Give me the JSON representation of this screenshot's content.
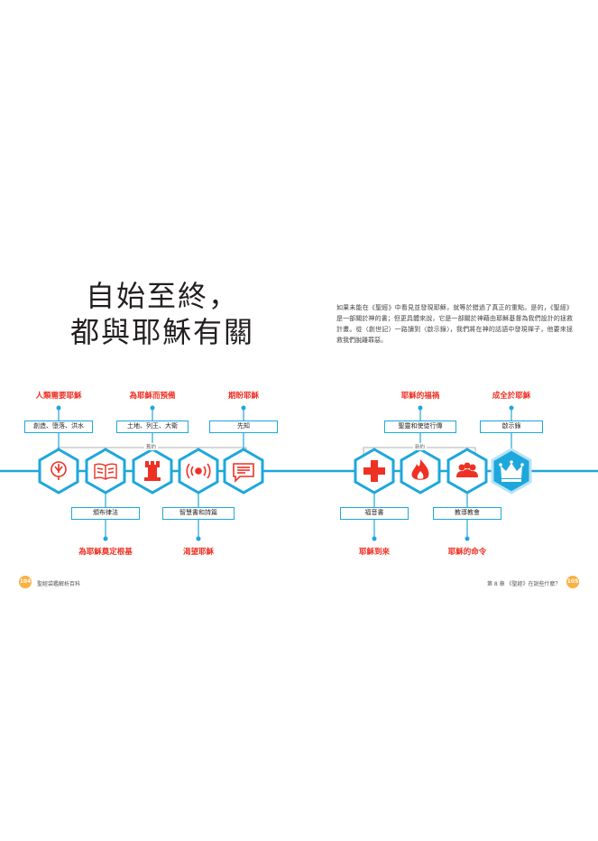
{
  "title_line1": "自始至終，",
  "title_line2": "都與耶穌有關",
  "paragraph": "如果未能在《聖經》中看見並發現耶穌，就等於錯過了真正的重點。是的，《聖經》是一部關於神的書；但更具體來說，它是一部關於神藉由耶穌基督為我們設計的拯救計畫。從〈創世記〉一路讀到〈啟示錄〉，我們將在神的話語中發現禪子，他要來拯救我們脫離罪惡。",
  "top_headings": [
    "人類需要耶穌",
    "為耶穌而預備",
    "期盼耶穌",
    "耶穌的福禍",
    "成全於耶穌"
  ],
  "top_boxes": [
    "創造、墮落、洪水",
    "土地、列王、大衛",
    "先知",
    "聖靈和使徒行傳",
    "啟示錄"
  ],
  "bottom_boxes": [
    "頒布律法",
    "智慧書和詩篇",
    "福音書",
    "教導教會"
  ],
  "bottom_headings": [
    "為耶穌奠定根基",
    "渴望耶穌",
    "耶穌到來",
    "耶穌的命令"
  ],
  "group_label_left": "舊約",
  "group_label_right": "新約",
  "hex_icons": [
    "tree-icon",
    "book-icon",
    "tower-icon",
    "signal-icon",
    "speech-icon",
    "cross-icon",
    "fire-icon",
    "people-icon",
    "crown-icon"
  ],
  "page_left_number": "104",
  "page_left_footer": "聖經袋鑑解析百科",
  "page_right_number": "105",
  "page_right_footer": "第 8 章 《聖經》在說些什麼？",
  "colors": {
    "blue": "#1ea7dc",
    "red": "#ee3124",
    "orange": "#fbb040"
  }
}
